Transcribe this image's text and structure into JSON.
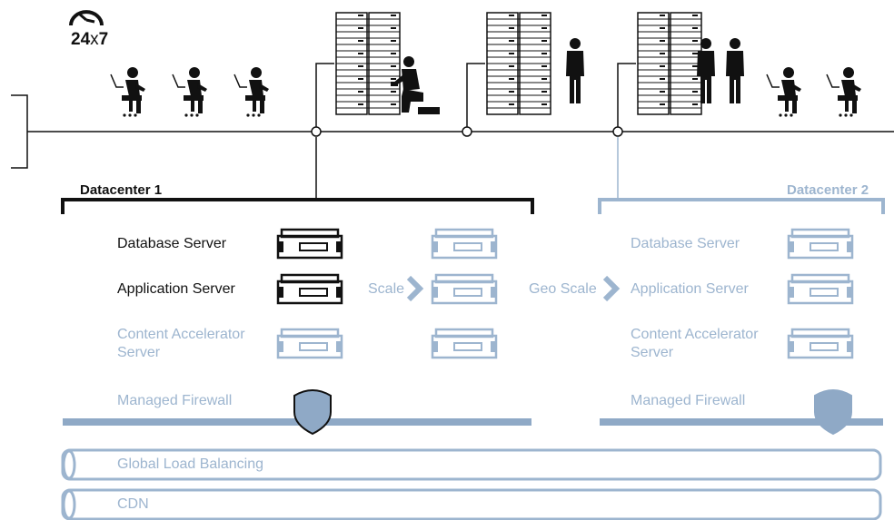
{
  "badge": {
    "hours": "24",
    "times": "x",
    "days": "7"
  },
  "datacenter1": {
    "title": "Datacenter 1",
    "database_server": "Database Server",
    "application_server": "Application Server",
    "content_accelerator_server": "Content Accelerator Server",
    "managed_firewall": "Managed Firewall"
  },
  "datacenter2": {
    "title": "Datacenter 2",
    "database_server": "Database Server",
    "application_server": "Application Server",
    "content_accelerator_server": "Content Accelerator Server",
    "managed_firewall": "Managed Firewall"
  },
  "arrows": {
    "scale": "Scale",
    "geo_scale": "Geo Scale"
  },
  "pipes": {
    "global_load_balancing": "Global Load Balancing",
    "cdn": "CDN"
  },
  "icons": {
    "clock": "clock-icon",
    "worker": "worker-at-desk-icon",
    "rack": "server-rack-icon",
    "person": "standing-person-icon",
    "server": "rack-server-icon",
    "shield": "shield-icon"
  },
  "colors": {
    "dark": "#111111",
    "light": "#9db5cf",
    "pipe_fill": "#ffffff",
    "shield_fill": "#8fa9c6"
  }
}
